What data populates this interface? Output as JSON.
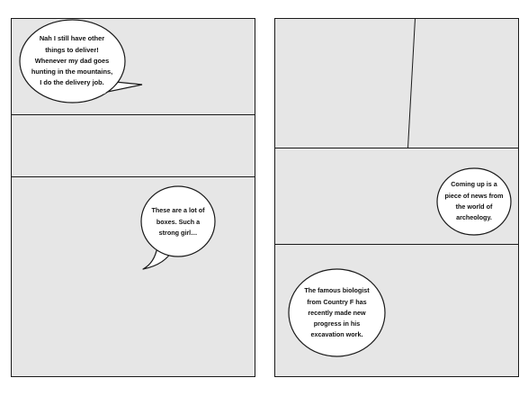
{
  "colors": {
    "panel_fill": "#e6e6e6",
    "page_background": "#ffffff",
    "line": "#1a1a1a",
    "bubble_fill": "#ffffff",
    "text": "#111111"
  },
  "pages": [
    {
      "panels": [
        {
          "bubbles": [
            {
              "text": "Nah I still have other things to deliver! Whenever my dad goes hunting in the mountains, I do the delivery job."
            }
          ]
        },
        {
          "bubbles": []
        },
        {
          "bubbles": [
            {
              "text": "These are a lot of boxes. Such a strong girl…"
            }
          ]
        }
      ]
    },
    {
      "panels": [
        {
          "bubbles": []
        },
        {
          "bubbles": [
            {
              "text": "Coming up is a piece of news from the world of archeology."
            }
          ]
        },
        {
          "bubbles": [
            {
              "text": "The famous biologist from Country F has recently made new progress in his excavation work."
            }
          ]
        }
      ]
    }
  ]
}
